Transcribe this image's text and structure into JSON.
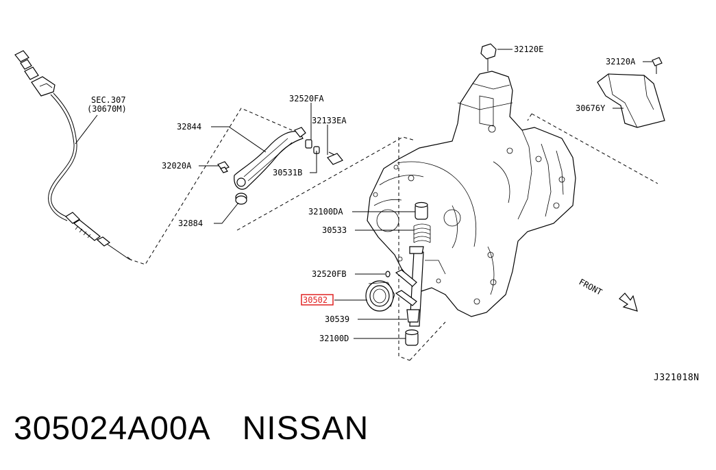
{
  "callouts": {
    "sec_ref": "SEC.307",
    "sec_sub": "(30670M)",
    "p32844": "32844",
    "p32520FA": "32520FA",
    "p32133EA": "32133EA",
    "p32020A": "32020A",
    "p30531B": "30531B",
    "p32884": "32884",
    "p32120E": "32120E",
    "p32120A": "32120A",
    "p30676Y": "30676Y",
    "p32100DA": "32100DA",
    "p30533": "30533",
    "p32520FB": "32520FB",
    "p30502": "30502",
    "p30539": "30539",
    "p32100D": "32100D",
    "front": "FRONT"
  },
  "highlight": {
    "part": "30502",
    "color": "#e02020"
  },
  "diagram_code": "J321018N",
  "caption": {
    "part_number": "305024A00A",
    "brand": "NISSAN"
  }
}
